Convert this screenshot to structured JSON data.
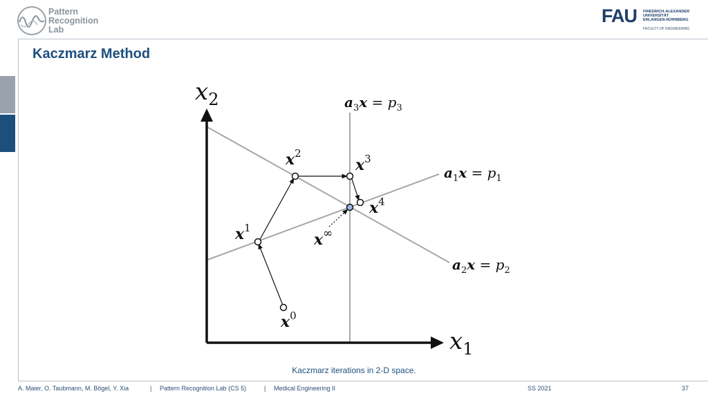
{
  "header": {
    "lab_name": [
      "Pattern",
      "Recognition",
      "Lab"
    ],
    "fau_mark": "FAU",
    "fau_lines": [
      "FRIEDRICH-ALEXANDER",
      "UNIVERSITÄT",
      "ERLANGEN-NÜRNBERG"
    ],
    "fau_faculty": "FACULTY OF ENGINEERING"
  },
  "slide": {
    "title": "Kaczmarz Method",
    "caption": "Kaczmarz iterations in 2-D space."
  },
  "diagram": {
    "axis_x": "x",
    "axis_x_sub": "1",
    "axis_y": "x",
    "axis_y_sub": "2",
    "line1": {
      "coef": "a",
      "coef_sub": "1",
      "var": "x",
      "rhs": " = p",
      "rhs_sub": "1"
    },
    "line2": {
      "coef": "a",
      "coef_sub": "2",
      "var": "x",
      "rhs": " = p",
      "rhs_sub": "2"
    },
    "line3": {
      "coef": "a",
      "coef_sub": "3",
      "var": "x",
      "rhs": " = p",
      "rhs_sub": "3"
    },
    "iterates": [
      {
        "base": "x",
        "sup": "0"
      },
      {
        "base": "x",
        "sup": "1"
      },
      {
        "base": "x",
        "sup": "2"
      },
      {
        "base": "x",
        "sup": "3"
      },
      {
        "base": "x",
        "sup": "4"
      },
      {
        "base": "x",
        "sup": "∞"
      }
    ]
  },
  "footer": {
    "authors": "A. Maier, O. Taubmann, M. Bögel, Y. Xia",
    "sep1": "|",
    "lab": "Pattern Recognition Lab (CS 5)",
    "sep2": "|",
    "course": "Medical Engineering II",
    "term": "SS 2021",
    "page": "37"
  },
  "colors": {
    "brand_blue": "#1d4f7c",
    "line_grey": "#a6a6a6",
    "solution_fill": "#9bb6e0"
  }
}
